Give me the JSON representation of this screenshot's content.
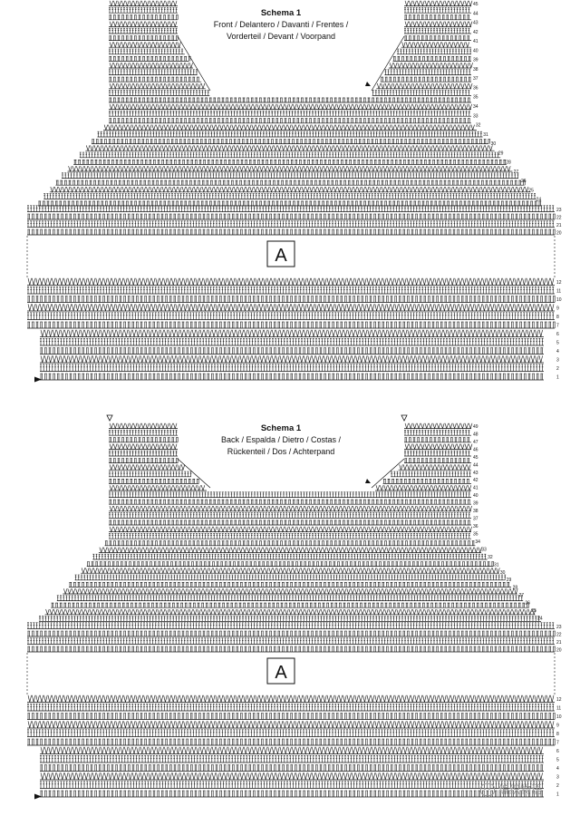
{
  "charts": [
    {
      "title": "Schema 1",
      "subtitle_line1": "Front / Delantero / Davanti / Frentes /",
      "subtitle_line2": "Vorderteil / Devant / Voorpand",
      "section_label": "A",
      "row_numbers_top": [
        "45",
        "44",
        "43",
        "42",
        "41",
        "40",
        "39",
        "38",
        "37",
        "36",
        "35",
        "34",
        "33",
        "32",
        "31",
        "30",
        "29",
        "28",
        "27",
        "26",
        "25",
        "24"
      ],
      "row_numbers_yoke_base": [
        "23",
        "22",
        "21",
        "20"
      ],
      "row_numbers_bottom": [
        "12",
        "11",
        "10",
        "9",
        "8",
        "7",
        "6",
        "5",
        "4",
        "3",
        "2",
        "1"
      ]
    },
    {
      "title": "Schema 1",
      "subtitle_line1": "Back / Espalda / Dietro / Costas /",
      "subtitle_line2": "Rückenteil / Dos / Achterpand",
      "section_label": "A",
      "row_numbers_top": [
        "49",
        "48",
        "47",
        "46",
        "45",
        "44",
        "43",
        "42",
        "41",
        "40",
        "39",
        "38",
        "37",
        "36",
        "35",
        "34",
        "33",
        "32",
        "31",
        "30",
        "29",
        "28",
        "27",
        "26",
        "25",
        "24"
      ],
      "row_numbers_yoke_base": [
        "23",
        "22",
        "21",
        "20"
      ],
      "row_numbers_bottom": [
        "12",
        "11",
        "10",
        "9",
        "8",
        "7",
        "6",
        "5",
        "4",
        "3",
        "2",
        "1"
      ]
    }
  ],
  "watermark": {
    "icon": "wechat-icon",
    "text": "编织物语"
  },
  "colors": {
    "ink": "#111111",
    "paper": "#ffffff",
    "watermark": "#9a9a9a"
  }
}
